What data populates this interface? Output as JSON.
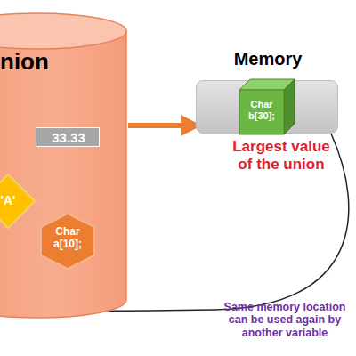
{
  "diagram": {
    "nodes": [
      {
        "text": [
          "nion"
        ]
      },
      {
        "text": [
          "33.33"
        ],
        "in": 0
      },
      {
        "text": [
          "'A'"
        ],
        "in": 0
      },
      {
        "text": [
          "Char a[10];"
        ],
        "in": 0
      },
      {
        "text": [
          "Memory"
        ]
      },
      {
        "text": [
          "Char b[30];"
        ],
        "in": 4
      }
    ],
    "edges": [
      {
        "from": 0,
        "to": 4,
        "arrow": "to"
      },
      {
        "from": 4,
        "to": 0,
        "arrow": "to",
        "label": "Same memory location can be used again by another variable"
      }
    ],
    "labels": [
      "Largest value of the union"
    ]
  }
}
